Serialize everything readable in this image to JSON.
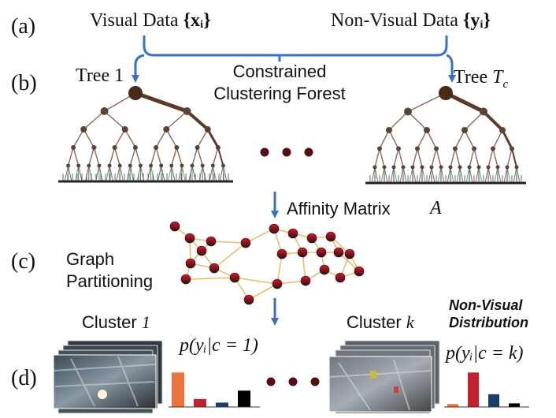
{
  "section_labels": {
    "a": "(a)",
    "b": "(b)",
    "c": "(c)",
    "d": "(d)"
  },
  "inputs": {
    "visual_label": "Visual Data",
    "visual_math": "{xᵢ}",
    "nonvisual_label": "Non-Visual Data",
    "nonvisual_math": "{yᵢ}"
  },
  "forest": {
    "tree_first_label": "Tree",
    "tree_first_index": "1",
    "tree_last_label": "Tree",
    "tree_last_index": "T",
    "tree_last_sub": "c",
    "center_title_line1": "Constrained",
    "center_title_line2": "Clustering Forest"
  },
  "affinity": {
    "label": "Affinity Matrix",
    "symbol": "A"
  },
  "graph": {
    "label_line1": "Graph",
    "label_line2": "Partitioning"
  },
  "clusters": {
    "first_label": "Cluster",
    "first_index": "1",
    "first_prob": "p(yᵢ|c = 1)",
    "last_label": "Cluster",
    "last_index": "k",
    "last_prob": "p(yᵢ|c = k)",
    "nonvisual_title_line1": "Non-Visual",
    "nonvisual_title_line2": "Distribution"
  },
  "histograms": {
    "cluster_1": [
      0.95,
      0.22,
      0.12,
      0.45
    ],
    "cluster_k": [
      0.08,
      0.95,
      0.35,
      0.1
    ],
    "colors": [
      "#e8743b",
      "#c0222f",
      "#1c3a6b",
      "#000000"
    ]
  },
  "colors": {
    "arrow": "#3a70c0",
    "edge": "#e2c26a",
    "node_top": "#c8102e",
    "node_bottom": "#1a1a1a"
  }
}
